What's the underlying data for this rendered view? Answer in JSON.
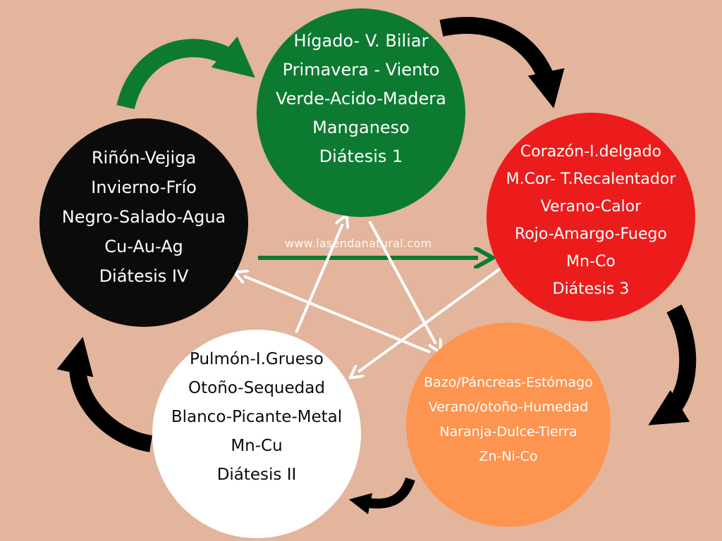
{
  "colors": {
    "background": "#e2b59c",
    "green": "#0d7a32",
    "red": "#ed1c1c",
    "orange": "#fd9450",
    "white": "#ffffff",
    "black": "#0b0b0b",
    "arrow_dark": "#000000",
    "arrow_green": "#0d7a32",
    "arrow_light": "#ffffff"
  },
  "elements": {
    "wood": {
      "lines": [
        "Hígado- V. Biliar",
        "Primavera - Viento",
        "Verde-Acido-Madera",
        "Manganeso",
        "Diátesis 1"
      ]
    },
    "fire": {
      "lines": [
        "Corazón-I.delgado",
        "M.Cor- T.Recalentador",
        "Verano-Calor",
        "Rojo-Amargo-Fuego",
        "Mn-Co",
        "Diátesis 3"
      ]
    },
    "earth": {
      "lines": [
        "Bazo/Páncreas-Estómago",
        "Verano/otoño-Humedad",
        "Naranja-Dulce-Tierra",
        "Zn-Ni-Co"
      ]
    },
    "metal": {
      "lines": [
        "Pulmón-I.Grueso",
        "Otoño-Sequedad",
        "Blanco-Picante-Metal",
        "Mn-Cu",
        "Diátesis II"
      ]
    },
    "water": {
      "lines": [
        "Riñón-Vejiga",
        "Invierno-Frío",
        "Negro-Salado-Agua",
        "Cu-Au-Ag",
        "Diátesis IV"
      ]
    }
  },
  "watermark": "www.lasendanatural.com"
}
